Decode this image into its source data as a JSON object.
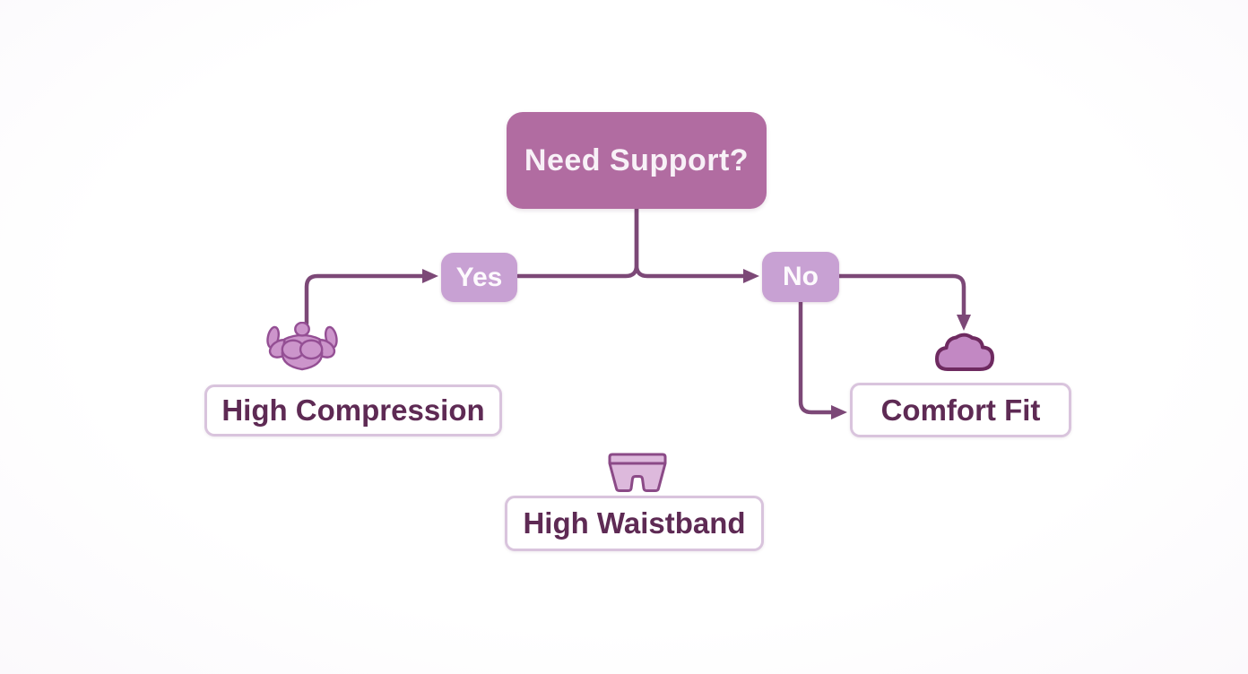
{
  "diagram": {
    "type": "decision-flowchart",
    "root": {
      "label": "Need Support?"
    },
    "branches": [
      {
        "label": "Yes",
        "leads_to": "High Compression"
      },
      {
        "label": "No",
        "leads_to": "Comfort Fit"
      }
    ],
    "outcomes": [
      {
        "label": "High Compression",
        "icon": "muscle-flex-icon"
      },
      {
        "label": "Comfort Fit",
        "icon": "cloud-icon"
      },
      {
        "label": "High Waistband",
        "icon": "underwear-icon"
      }
    ]
  },
  "colors": {
    "canvas_bg": "#ffffff",
    "root_fill": "#b16ca1",
    "root_text": "#f8f1f7",
    "branch_fill": "#c8a1d3",
    "branch_text": "#fdfafd",
    "connector": "#7c4877",
    "outcome_fill": "#ffffff",
    "outcome_border": "#d9c4dd",
    "outcome_text": "#5e2a54",
    "muscle_fill": "#cc95cb",
    "muscle_stroke": "#944f94",
    "cloud_fill": "#c288c3",
    "cloud_stroke": "#6e2a60",
    "underwear_fill": "#ddb9dc",
    "underwear_stroke": "#8b4a87"
  }
}
